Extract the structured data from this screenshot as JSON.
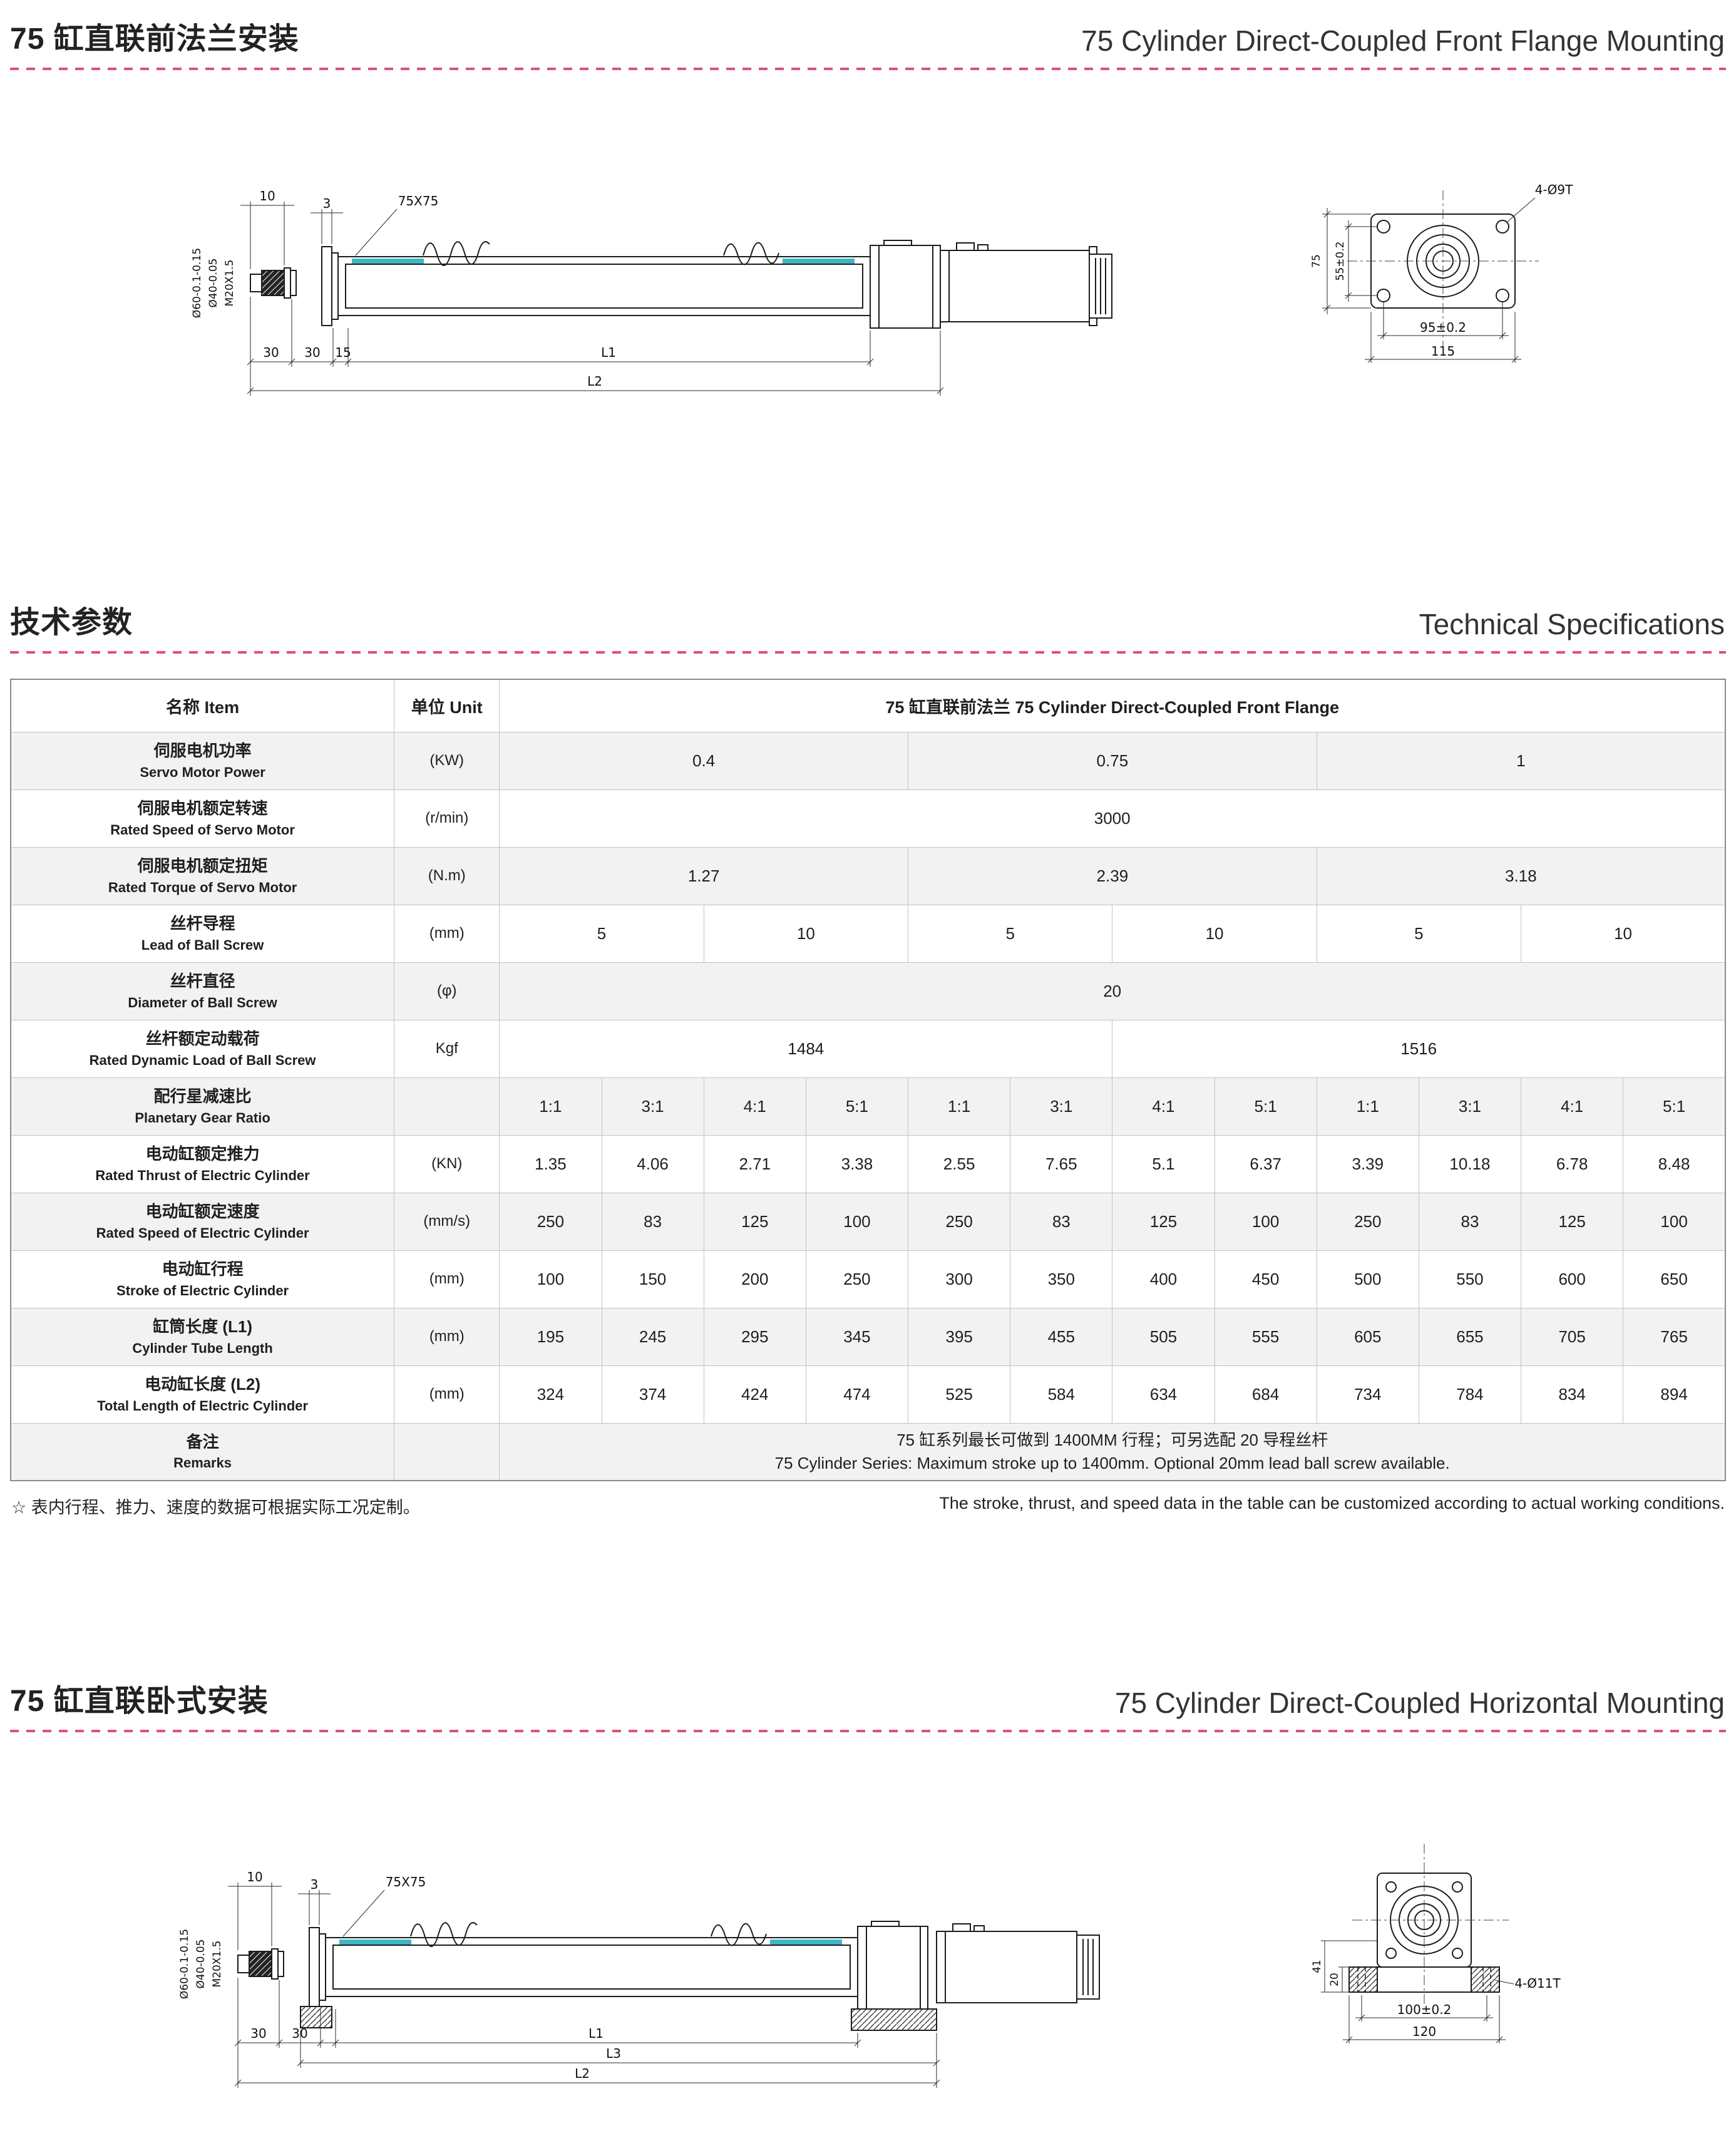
{
  "headers": {
    "flange_mount": {
      "zh": "75 缸直联前法兰安装",
      "en": "75 Cylinder Direct-Coupled Front Flange Mounting"
    },
    "tech_specs": {
      "zh": "技术参数",
      "en": "Technical Specifications"
    },
    "horizontal_mount": {
      "zh": "75 缸直联卧式安装",
      "en": "75 Cylinder Direct-Coupled Horizontal Mounting"
    }
  },
  "accent_color": "#e0516d",
  "drawings": {
    "side_view": {
      "dim_10": "10",
      "dim_3": "3",
      "dim_75x75": "75X75",
      "dim_30_a": "30",
      "dim_30_b": "30",
      "dim_15": "15",
      "dim_L1": "L1",
      "dim_L2": "L2",
      "label_rod_d60": "Ø60-0.1-0.15",
      "label_rod_d40": "Ø40-0.05",
      "label_thread": "M20X1.5"
    },
    "front_flange_view": {
      "dim_75": "75",
      "dim_55": "55±0.2",
      "dim_95": "95±0.2",
      "dim_115": "115",
      "label_holes": "4-Ø9T"
    },
    "horizontal_side_view": {
      "dim_10": "10",
      "dim_3": "3",
      "dim_75x75": "75X75",
      "dim_30_a": "30",
      "dim_30_b": "30",
      "dim_L1": "L1",
      "dim_L3": "L3",
      "dim_L2": "L2",
      "label_rod_d60": "Ø60-0.1-0.15",
      "label_rod_d40": "Ø40-0.05",
      "label_thread": "M20X1.5"
    },
    "horizontal_front_view": {
      "dim_41": "41",
      "dim_20": "20",
      "dim_100": "100±0.2",
      "dim_120": "120",
      "label_holes": "4-Ø11T"
    }
  },
  "table": {
    "header": {
      "item": "名称 Item",
      "unit": "单位 Unit",
      "product": "75 缸直联前法兰 75 Cylinder Direct-Coupled Front Flange"
    },
    "rows": [
      {
        "item_zh": "伺服电机功率",
        "item_en": "Servo Motor Power",
        "unit": "(KW)",
        "cells": [
          {
            "v": "0.4",
            "span": 4
          },
          {
            "v": "0.75",
            "span": 4
          },
          {
            "v": "1",
            "span": 4
          }
        ]
      },
      {
        "item_zh": "伺服电机额定转速",
        "item_en": "Rated Speed of Servo Motor",
        "unit": "(r/min)",
        "cells": [
          {
            "v": "3000",
            "span": 12
          }
        ]
      },
      {
        "item_zh": "伺服电机额定扭矩",
        "item_en": "Rated Torque of Servo Motor",
        "unit": "(N.m)",
        "cells": [
          {
            "v": "1.27",
            "span": 4
          },
          {
            "v": "2.39",
            "span": 4
          },
          {
            "v": "3.18",
            "span": 4
          }
        ]
      },
      {
        "item_zh": "丝杆导程",
        "item_en": "Lead of Ball Screw",
        "unit": "(mm)",
        "cells": [
          {
            "v": "5",
            "span": 2
          },
          {
            "v": "10",
            "span": 2
          },
          {
            "v": "5",
            "span": 2
          },
          {
            "v": "10",
            "span": 2
          },
          {
            "v": "5",
            "span": 2
          },
          {
            "v": "10",
            "span": 2
          }
        ]
      },
      {
        "item_zh": "丝杆直径",
        "item_en": "Diameter of Ball Screw",
        "unit": "(φ)",
        "cells": [
          {
            "v": "20",
            "span": 12
          }
        ]
      },
      {
        "item_zh": "丝杆额定动载荷",
        "item_en": "Rated Dynamic Load of Ball Screw",
        "unit": "Kgf",
        "cells": [
          {
            "v": "1484",
            "span": 6
          },
          {
            "v": "1516",
            "span": 6
          }
        ]
      },
      {
        "item_zh": "配行星减速比",
        "item_en": "Planetary Gear Ratio",
        "unit": "",
        "cells": [
          "1:1",
          "3:1",
          "4:1",
          "5:1",
          "1:1",
          "3:1",
          "4:1",
          "5:1",
          "1:1",
          "3:1",
          "4:1",
          "5:1"
        ]
      },
      {
        "item_zh": "电动缸额定推力",
        "item_en": "Rated Thrust of Electric Cylinder",
        "unit": "(KN)",
        "cells": [
          "1.35",
          "4.06",
          "2.71",
          "3.38",
          "2.55",
          "7.65",
          "5.1",
          "6.37",
          "3.39",
          "10.18",
          "6.78",
          "8.48"
        ]
      },
      {
        "item_zh": "电动缸额定速度",
        "item_en": "Rated Speed of Electric Cylinder",
        "unit": "(mm/s)",
        "cells": [
          "250",
          "83",
          "125",
          "100",
          "250",
          "83",
          "125",
          "100",
          "250",
          "83",
          "125",
          "100"
        ]
      },
      {
        "item_zh": "电动缸行程",
        "item_en": "Stroke of Electric Cylinder",
        "unit": "(mm)",
        "cells": [
          "100",
          "150",
          "200",
          "250",
          "300",
          "350",
          "400",
          "450",
          "500",
          "550",
          "600",
          "650"
        ]
      },
      {
        "item_zh": "缸筒长度 (L1)",
        "item_en": "Cylinder Tube Length",
        "unit": "(mm)",
        "cells": [
          "195",
          "245",
          "295",
          "345",
          "395",
          "455",
          "505",
          "555",
          "605",
          "655",
          "705",
          "765"
        ]
      },
      {
        "item_zh": "电动缸长度 (L2)",
        "item_en": "Total Length of Electric Cylinder",
        "unit": "(mm)",
        "cells": [
          "324",
          "374",
          "424",
          "474",
          "525",
          "584",
          "634",
          "684",
          "734",
          "784",
          "834",
          "894"
        ]
      },
      {
        "item_zh": "备注",
        "item_en": "Remarks",
        "unit": "",
        "cells": [
          {
            "v": "75 缸系列最长可做到 1400MM 行程；可另选配 20 导程丝杆\n75 Cylinder Series: Maximum stroke up to 1400mm. Optional 20mm lead ball screw available.",
            "span": 12
          }
        ]
      }
    ]
  },
  "footnote": {
    "zh": "☆ 表内行程、推力、速度的数据可根据实际工况定制。",
    "en": "The stroke, thrust, and speed data in the table can be customized according to actual working conditions."
  }
}
